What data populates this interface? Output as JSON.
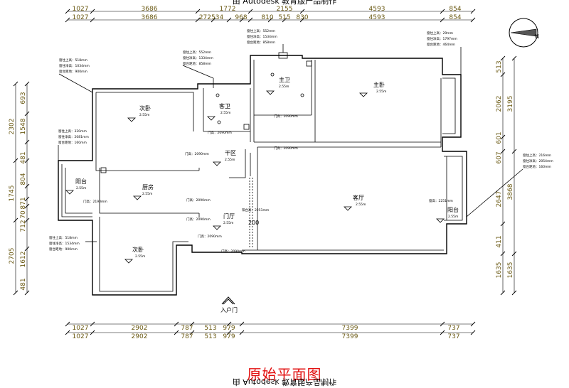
{
  "page": {
    "title": "原始平面图",
    "mirrored_note": "由 Autodesk 教育版产品制作",
    "top_note": "由 Autodesk 教育版产品制作"
  },
  "dimensions": {
    "top_outer": [
      "1027",
      "3686",
      "1772",
      "2155",
      "4593",
      "854"
    ],
    "top_inner": [
      "1027",
      "3686",
      "272534",
      "968",
      "810",
      "515",
      "830",
      "4593",
      "854"
    ],
    "bottom_inner": [
      "1027",
      "2902",
      "787",
      "513",
      "979",
      "7399",
      "737"
    ],
    "bottom_outer": [
      "1027",
      "2902",
      "787",
      "513",
      "979",
      "7399",
      "737"
    ],
    "left_outer": [
      "2302",
      "1745",
      "2705"
    ],
    "left_inner": [
      "693",
      "1548",
      "481",
      "804",
      "871",
      "70",
      "712",
      "1612",
      "481"
    ],
    "right_inner": [
      "513",
      "2062",
      "601",
      "607",
      "2647",
      "411",
      "1635"
    ],
    "right_outer": [
      "3195",
      "3868",
      "1635"
    ]
  },
  "rooms": [
    {
      "name": "次卧",
      "height": "2.55m"
    },
    {
      "name": "客卫",
      "height": "2.55m"
    },
    {
      "name": "主卫",
      "height": "2.55m"
    },
    {
      "name": "主卧",
      "height": "2.55m"
    },
    {
      "name": "干区",
      "height": "2.55m"
    },
    {
      "name": "阳台",
      "height": "2.55m"
    },
    {
      "name": "厨房",
      "height": "2.55m"
    },
    {
      "name": "客厅",
      "height": "2.55m"
    },
    {
      "name": "阳台",
      "height": "2.55m"
    },
    {
      "name": "门厅",
      "height": "2.55m"
    },
    {
      "name": "次卧",
      "height": "2.55m"
    }
  ],
  "labels": {
    "entrance": "入户门",
    "height_200": "200",
    "north": "N"
  },
  "door_notes": {
    "ensuite": "门高：2090mm",
    "bath": "门高：2090mm",
    "master": "门高：2090mm",
    "dry": "门高：2090mm",
    "kitchen_left": "门高：2190mm",
    "kitchen_right": "门高：2090mm",
    "hall_left": "门高：2090mm",
    "hall_right": "门高：2090mm",
    "balcony": "阳台高：2251mm",
    "living": "窗高：2251mm",
    "foyer": "门高：2090mm"
  },
  "window_annotations": [
    [
      "窗住上高：552mm",
      "窗住净高：1334mm",
      "窗台距地：858mm"
    ],
    [
      "窗住上高：552mm",
      "窗住净高：1534mm",
      "窗台距地：858mm"
    ],
    [
      "窗住上高：518mm",
      "窗住净高：1034mm",
      "窗台距地：900mm"
    ],
    [
      "窗住上高：29mm",
      "窗住净高：1797mm",
      "窗台距地：464mm"
    ],
    [
      "窗住上高：320mm",
      "窗住净高：2081mm",
      "窗台距地：160mm"
    ],
    [
      "窗住上高：216mm",
      "窗住净高：2054mm",
      "窗台距地：160mm"
    ],
    [
      "窗住上高：518mm",
      "窗住净高：1534mm",
      "窗台距地：900mm"
    ]
  ]
}
